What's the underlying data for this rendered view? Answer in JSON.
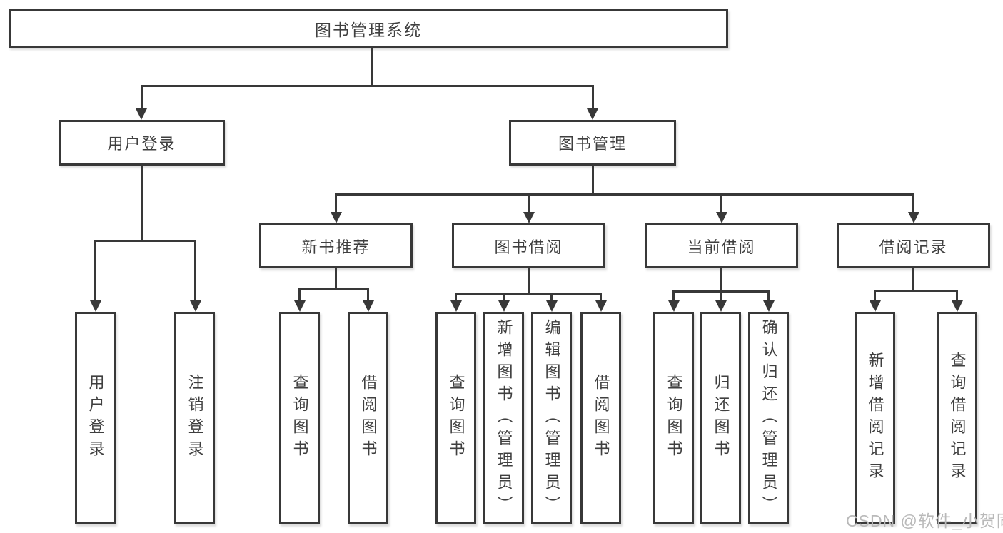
{
  "diagram_title": "图书管理系统",
  "tree": {
    "label": "图书管理系统",
    "children": [
      {
        "label": "用户登录",
        "children": [
          {
            "label": "用户登录"
          },
          {
            "label": "注销登录"
          }
        ]
      },
      {
        "label": "图书管理",
        "children": [
          {
            "label": "新书推荐",
            "children": [
              {
                "label": "查询图书"
              },
              {
                "label": "借阅图书"
              }
            ]
          },
          {
            "label": "图书借阅",
            "children": [
              {
                "label": "查询图书"
              },
              {
                "label": "新增图书（管理员）"
              },
              {
                "label": "编辑图书（管理员）"
              },
              {
                "label": "借阅图书"
              }
            ]
          },
          {
            "label": "当前借阅",
            "children": [
              {
                "label": "查询图书"
              },
              {
                "label": "归还图书"
              },
              {
                "label": "确认归还（管理员）"
              }
            ]
          },
          {
            "label": "借阅记录",
            "children": [
              {
                "label": "新增借阅记录"
              },
              {
                "label": "查询借阅记录"
              }
            ]
          }
        ]
      }
    ]
  },
  "watermark": {
    "text": "CSDN @软件_小贺同学"
  },
  "colors": {
    "line": "#383838",
    "text": "#3f3f3f",
    "watermark": "#b9b9b9",
    "background": "#ffffff"
  }
}
